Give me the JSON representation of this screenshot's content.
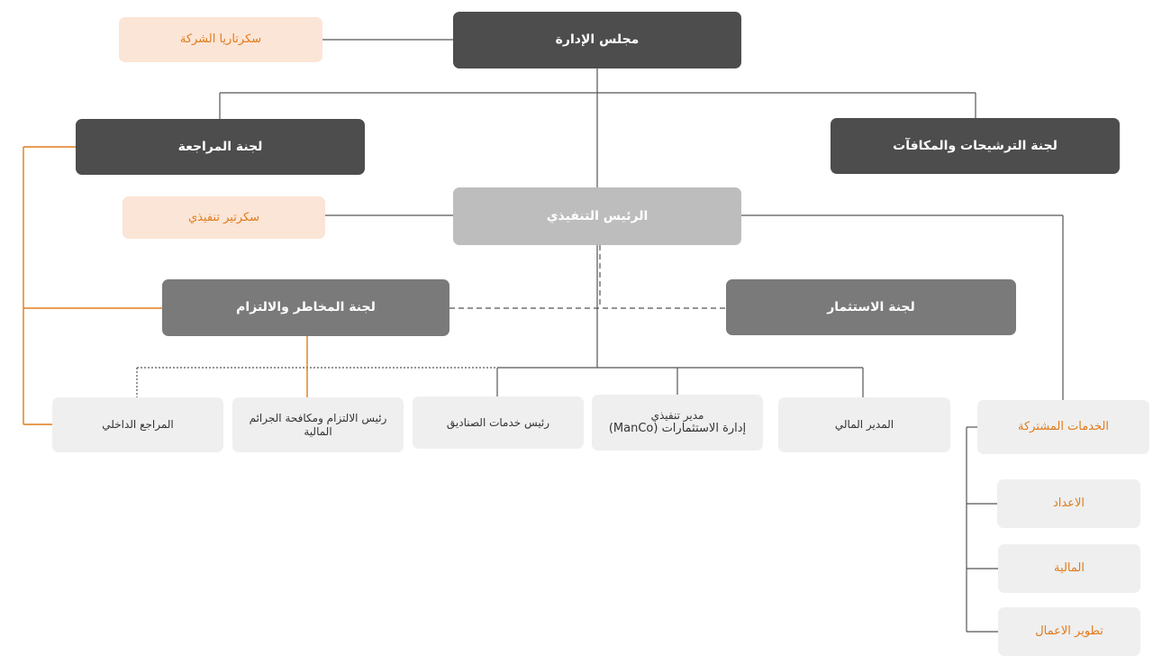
{
  "colors": {
    "dark_box": "#4d4d4d",
    "ceo_box": "#bdbdbd",
    "committee_box": "#7a7a7a",
    "secretary_box": "#fbe5d6",
    "unit_box": "#efefef",
    "accent_orange": "#e07b1a",
    "connector": "#555555"
  },
  "board": {
    "label": "مجلس الإدارة"
  },
  "company_secretary": {
    "label": "سكرتاريا الشركة"
  },
  "nominations_committee": {
    "label": "لجنة الترشيحات والمكافآت"
  },
  "audit_committee": {
    "label": "لجنة المراجعة"
  },
  "ceo": {
    "label": "الرئيس التنفيذي"
  },
  "executive_secretary": {
    "label": "سكرتير تنفيذي"
  },
  "risk_committee": {
    "label": "لجنة المخاطر والالتزام"
  },
  "investment_committee": {
    "label": "لجنة الاستثمار"
  },
  "internal_auditor": {
    "label": "المراجع الداخلي"
  },
  "compliance_head": {
    "line1": "رئيس الالتزام ومكافحة الجرائم",
    "line2": "المالية"
  },
  "fund_services_head": {
    "label": "رئيس خدمات الصناديق"
  },
  "investment_md": {
    "line1": "مدير تنفيذي",
    "line2": "إدارة الاستثمارات (ManCo)"
  },
  "cfo": {
    "label": "المدير المالي"
  },
  "shared_services": {
    "label": "الخدمات المشتركة",
    "items": [
      "الاعداد",
      "المالية",
      "تطوير الاعمال"
    ]
  }
}
